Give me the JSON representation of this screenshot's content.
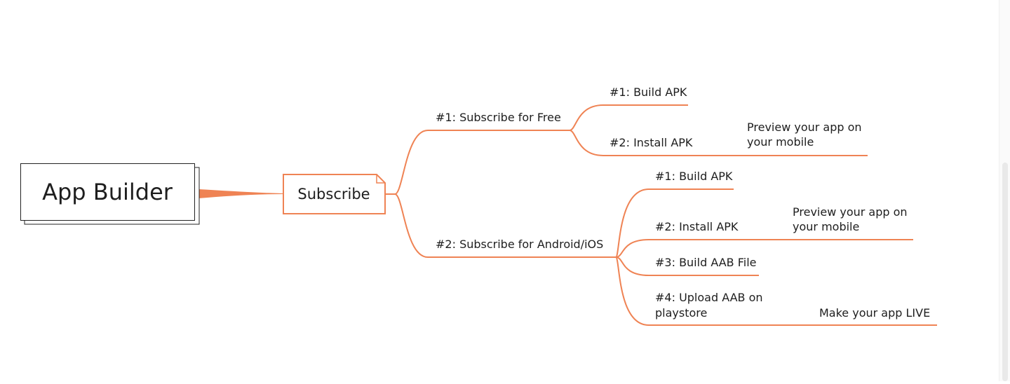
{
  "colors": {
    "branch": "#ef8354",
    "root_text": "#b7cb35",
    "node_text": "#1e1e1e",
    "node_border": "#222222",
    "background": "#ffffff"
  },
  "root": {
    "label": "App Builder"
  },
  "main_topic": {
    "label": "Subscribe"
  },
  "branches": [
    {
      "label": "#1: Subscribe for Free",
      "children": [
        {
          "label": "#1: Build APK"
        },
        {
          "label": "#2: Install APK",
          "note": [
            "Preview your app on",
            "your mobile"
          ]
        }
      ]
    },
    {
      "label": "#2: Subscribe for Android/iOS",
      "children": [
        {
          "label": "#1: Build APK"
        },
        {
          "label": "#2: Install APK",
          "note": [
            "Preview your app on",
            "your mobile"
          ]
        },
        {
          "label": "#3: Build AAB File"
        },
        {
          "label": [
            "#4: Upload AAB on",
            "playstore"
          ],
          "note": [
            "Make your app LIVE"
          ]
        }
      ]
    }
  ]
}
